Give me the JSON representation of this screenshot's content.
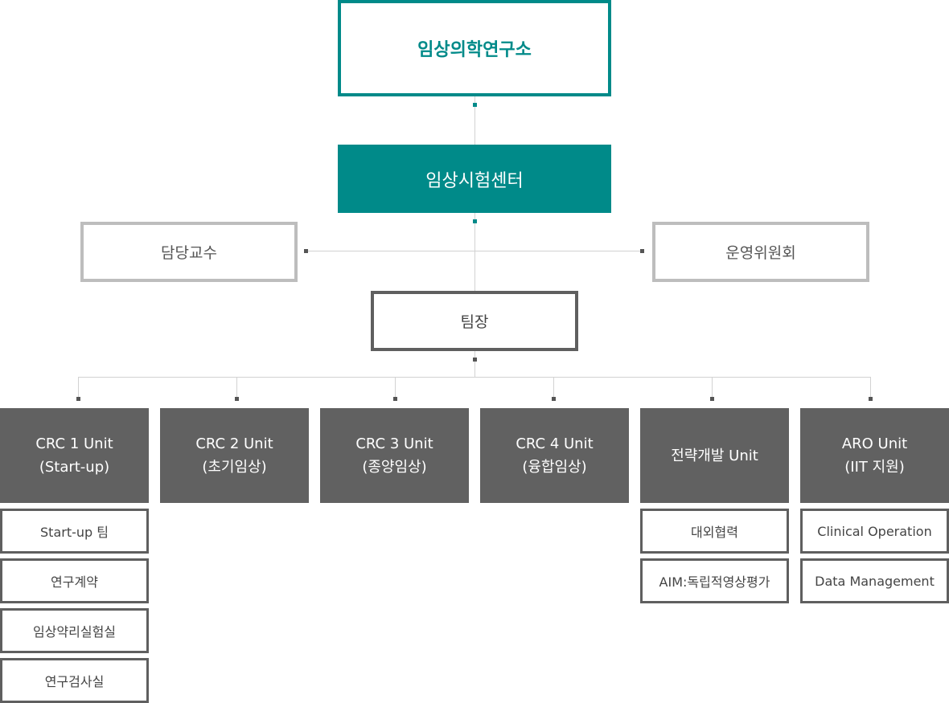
{
  "institute": "임상의학연구소",
  "center": "임상시험센터",
  "professor": "담당교수",
  "committee": "운영위원회",
  "team_lead": "팀장",
  "units": [
    {
      "line1": "CRC 1 Unit",
      "line2": "(Start-up)",
      "subs": [
        "Start-up 팀",
        "연구계약",
        "임상약리실험실",
        "연구검사실"
      ]
    },
    {
      "line1": "CRC 2 Unit",
      "line2": "(초기임상)",
      "subs": []
    },
    {
      "line1": "CRC 3 Unit",
      "line2": "(종양임상)",
      "subs": []
    },
    {
      "line1": "CRC 4 Unit",
      "line2": "(융합임상)",
      "subs": []
    },
    {
      "line1": "전략개발 Unit",
      "line2": "",
      "subs": [
        "대외협력",
        "AIM:독립적영상평가"
      ]
    },
    {
      "line1": "ARO Unit",
      "line2": "(IIT 지원)",
      "subs": [
        "Clinical Operation",
        "Data Management"
      ]
    }
  ],
  "colors": {
    "teal": "#008a89",
    "unit_bg": "#616161",
    "side_border": "#bdbdbd",
    "lead_border": "#5f5f5f"
  }
}
